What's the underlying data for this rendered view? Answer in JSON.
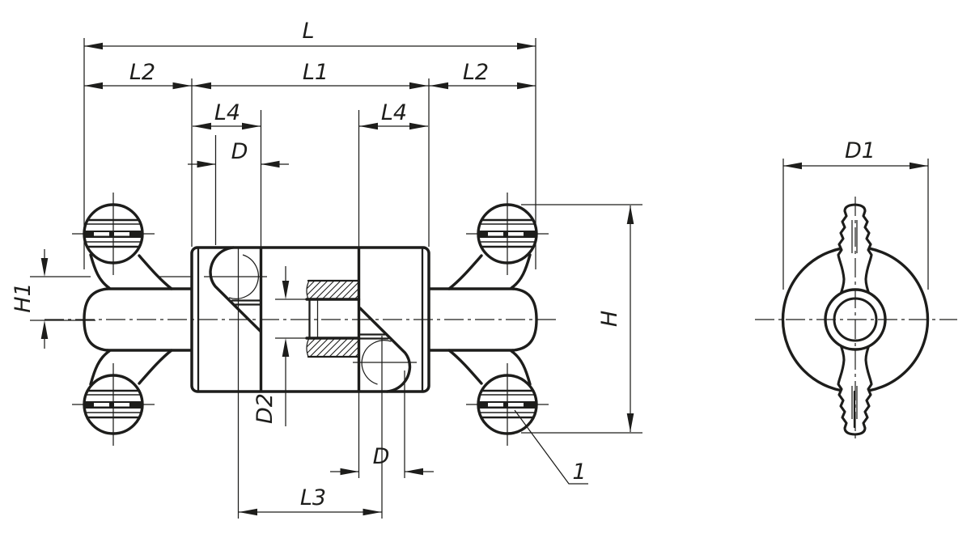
{
  "style": {
    "ink_color": "#1d1d1b",
    "paper_color": "#ffffff"
  },
  "drawing": {
    "type": "technical-dimension-drawing",
    "views": [
      "side-section-view",
      "end-view"
    ],
    "part": "double-wing-nut-coupling"
  },
  "dim_labels": {
    "L": "L",
    "L1": "L1",
    "L2_left": "L2",
    "L2_right": "L2",
    "L4_left": "L4",
    "L4_right": "L4",
    "D_top": "D",
    "D_bottom": "D",
    "D1": "D1",
    "D2": "D2",
    "H": "H",
    "H1": "H1",
    "L3": "L3",
    "callout": "1"
  }
}
